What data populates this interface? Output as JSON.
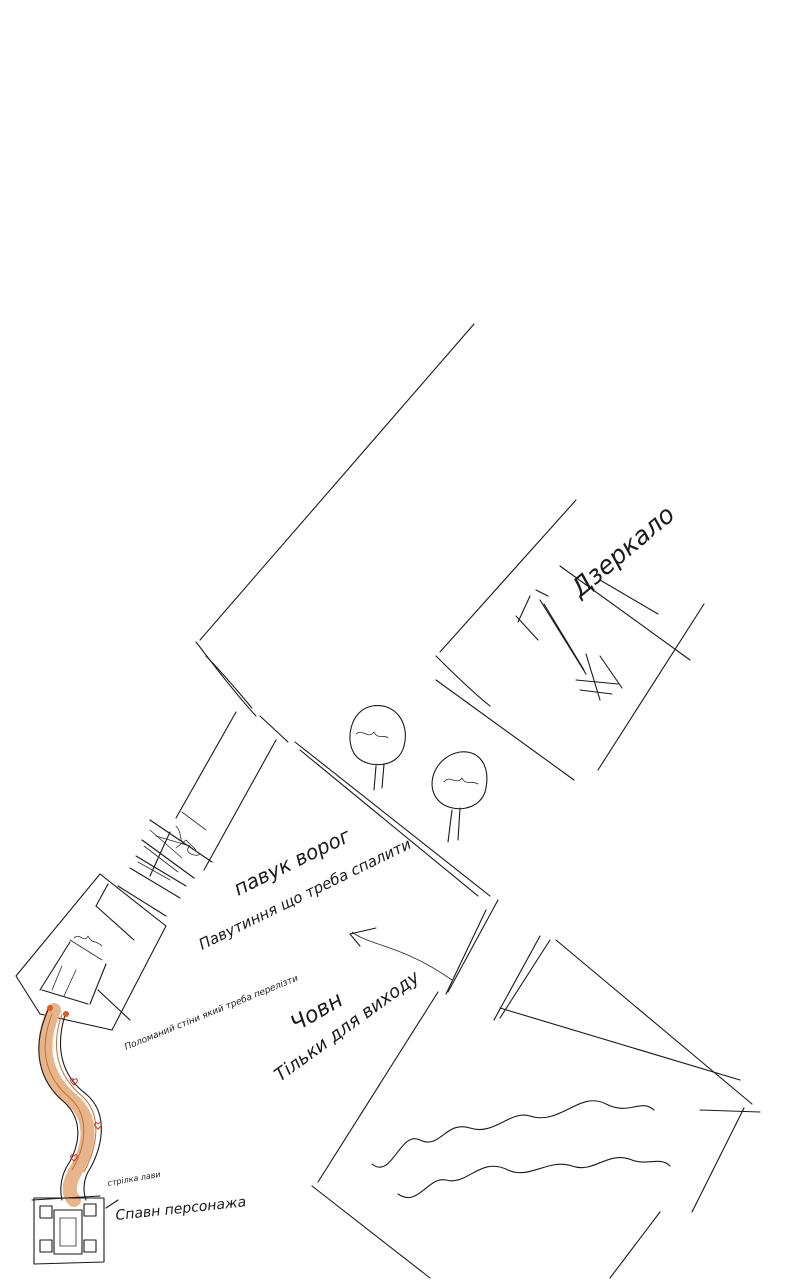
{
  "labels": {
    "mirror": "Дзеркало",
    "spider_gate": "павук ворог",
    "web": "Павутиння що треба спалити",
    "broken_wall": "Поломаний стіни який треба перелізти",
    "spawn": "Спавн персонажа",
    "small_note": "стрілка лави",
    "boat": "Човн",
    "exit_place": "Тільки для виходу"
  },
  "colors": {
    "ink": "#1a1a1a",
    "path_fill": "#e8b48a",
    "path_edge": "#c0703a",
    "marker": "#e05a1e",
    "heart": "#d0302a"
  }
}
